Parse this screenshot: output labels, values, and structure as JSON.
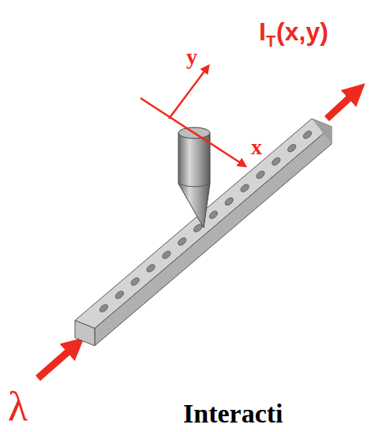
{
  "diagram": {
    "labels": [
      "λ",
      "I",
      "T",
      "(x,y)",
      "y",
      "x",
      "Interacti"
    ]
  }
}
